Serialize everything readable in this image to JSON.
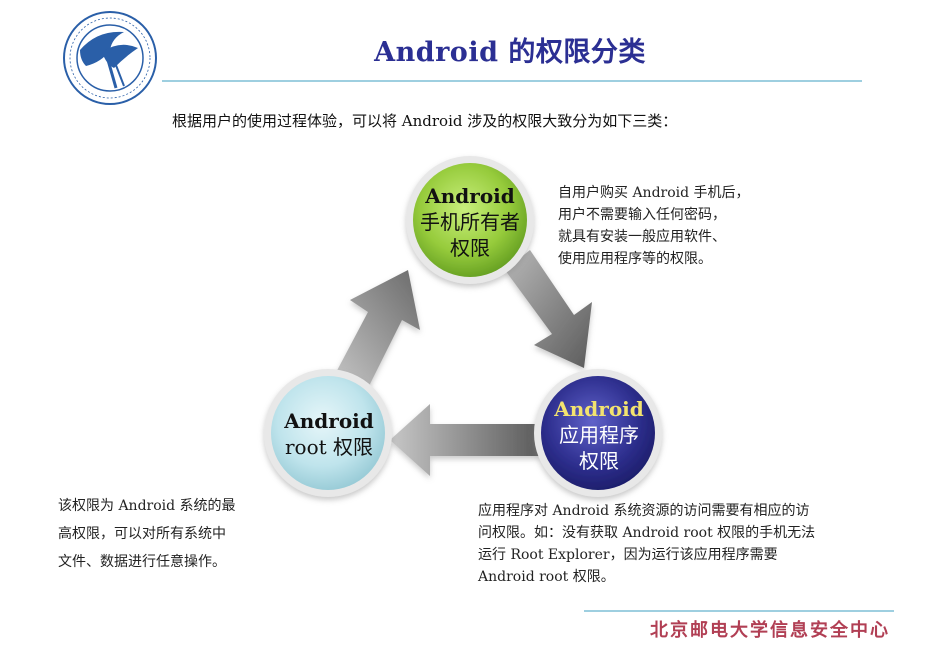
{
  "header": {
    "title": "Android 的权限分类",
    "intro": "根据用户的使用过程体验，可以将 Android 涉及的权限大致分为如下三类："
  },
  "nodes": {
    "top": {
      "line1": "Android",
      "line2": "手机所有者",
      "line3": "权限"
    },
    "right": {
      "line1": "Android",
      "line2": "应用程序",
      "line3": "权限"
    },
    "left": {
      "line1": "Android",
      "line2": "root 权限"
    }
  },
  "descriptions": {
    "top": [
      "自用户购买 Android 手机后，",
      "用户不需要输入任何密码，",
      "就具有安装一般应用软件、",
      "使用应用程序等的权限。"
    ],
    "left": [
      "该权限为 Android 系统的最",
      "高权限，可以对所有系统中",
      "文件、数据进行任意操作。"
    ],
    "right": [
      "应用程序对 Android 系统资源的访问需要有相应的访",
      "问权限。如：没有获取 Android root 权限的手机无法",
      "运行 Root Explorer，因为运行该应用程序需要",
      "Android root 权限。"
    ]
  },
  "footer": {
    "text": "北京邮电大学信息安全中心"
  },
  "colors": {
    "title": "#2b2f93",
    "accent_line": "#9ecfe0",
    "footer": "#b13f54",
    "node_top": "#8ac43f",
    "node_right": "#2e2f8b",
    "node_left": "#bfe4ec"
  },
  "icons": {
    "logo": "university-seal-icon",
    "arrow_top_right": "arrow-down-right",
    "arrow_right_left": "arrow-left",
    "arrow_left_top": "arrow-up-right"
  }
}
